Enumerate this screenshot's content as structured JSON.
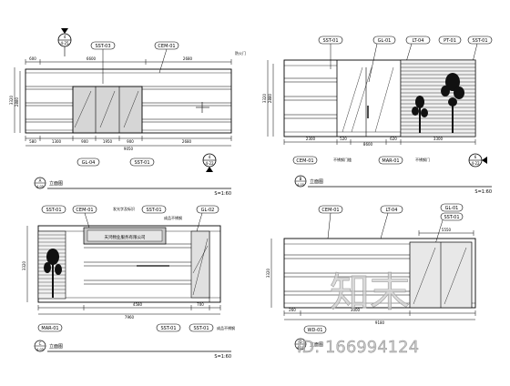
{
  "panels": [
    {
      "id": "A",
      "callouts": [
        "SST-03",
        "CEM-01"
      ],
      "side_note": "防火门",
      "section_marker": {
        "num": "4",
        "sheet": "4-25"
      },
      "dims_top": [
        "600",
        "6600",
        "2680"
      ],
      "dims_bottom": [
        "580",
        "1300",
        "900",
        "1950",
        "900",
        "2680"
      ],
      "dim_total": "9050",
      "height_dims": [
        "3320",
        "2880"
      ],
      "bottom_callouts": [
        "GL-04",
        "SST-01"
      ],
      "elev_marker": {
        "num": "4",
        "sheet": "4-22"
      },
      "title": "立面图",
      "scale": "S=1:60",
      "title_marker": {
        "letter": "A",
        "sheet": "4-05"
      }
    },
    {
      "id": "B",
      "callouts": [
        "SST-01",
        "GL-01",
        "LT-04",
        "PT-01",
        "SST-01"
      ],
      "height_dims": [
        "3320",
        "2880"
      ],
      "dims_bottom": [
        "2300",
        "520",
        "8600",
        "620",
        "3300"
      ],
      "bottom_callouts": [
        "CEM-01",
        "MAR-01"
      ],
      "bottom_notes": [
        "不锈钢门槛",
        "不锈钢门"
      ],
      "elev_marker": {
        "num": "6",
        "sheet": "4-22"
      },
      "title": "立面图",
      "scale": "S=1:60",
      "title_marker": {
        "letter": "B",
        "sheet": "4-05"
      }
    },
    {
      "id": "C",
      "callouts": [
        "SST-01",
        "CEM-01",
        "SST-01",
        "GL-02"
      ],
      "top_notes": [
        "发光字及标识",
        "成品不锈钢"
      ],
      "sign_text": "天鸿物业服务有限公司",
      "height_dims": [
        "3320"
      ],
      "dims_bottom": [
        "4580",
        "700"
      ],
      "dim_total": "7960",
      "bottom_callouts": [
        "MAR-01",
        "SST-01",
        "SST-01"
      ],
      "bottom_notes": [
        "成品不锈钢"
      ],
      "title": "立面图",
      "scale": "S=1:60",
      "title_marker": {
        "letter": "C",
        "sheet": "4-05"
      }
    },
    {
      "id": "D",
      "callouts": [
        "CEM-01",
        "LT-04",
        "GL-01",
        "SST-01"
      ],
      "dim_top": "5550",
      "height_dims": [
        "3320"
      ],
      "dims_bottom": [
        "260",
        "3000"
      ],
      "dim_total": "9180",
      "bottom_callouts": [
        "WD-01"
      ],
      "title": "立面图",
      "title_marker": {
        "letter": "D",
        "sheet": "4-05"
      }
    }
  ],
  "watermark": {
    "brand": "知末",
    "id_text": "ID: 166994124"
  }
}
